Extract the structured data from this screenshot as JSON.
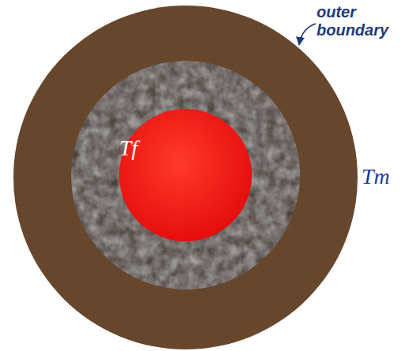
{
  "diagram": {
    "nodes": [
      {
        "text": [
          "Tf"
        ]
      }
    ],
    "labels": [
      "outer boundary",
      "Tm"
    ]
  }
}
